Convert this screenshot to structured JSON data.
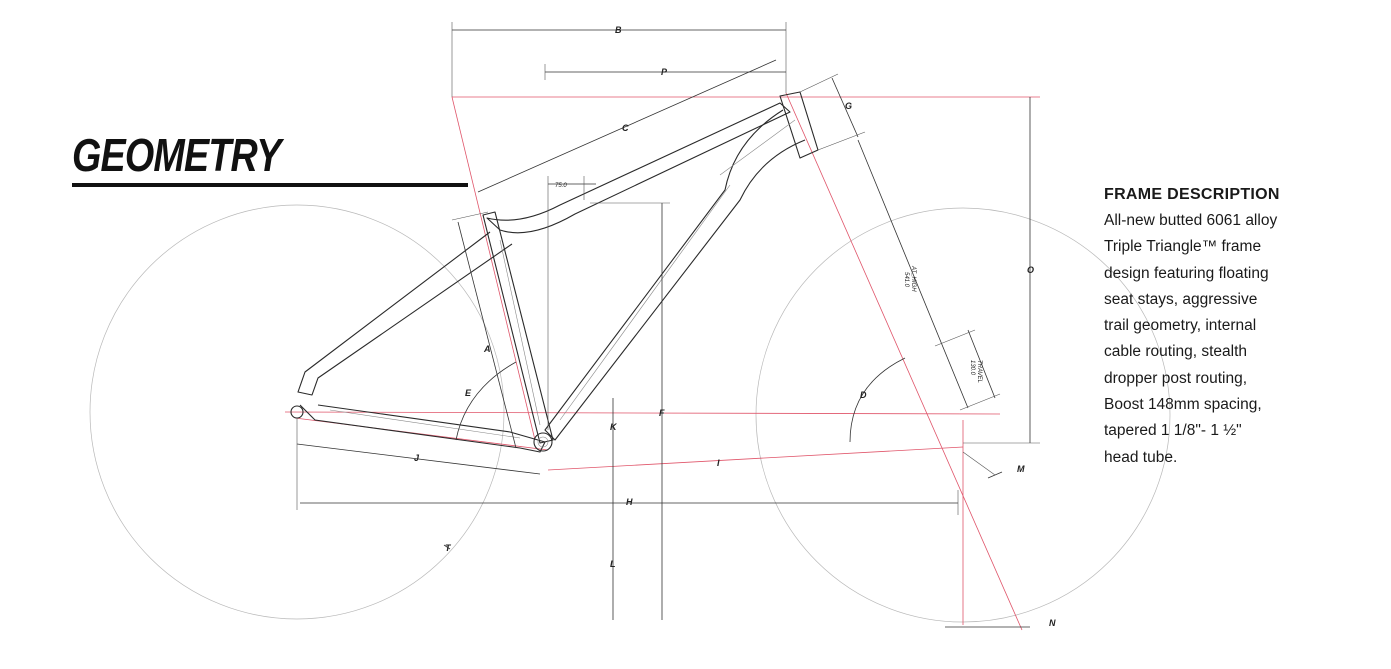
{
  "header": {
    "title": "GEOMETRY"
  },
  "frame_description": {
    "heading": "FRAME DESCRIPTION",
    "lines": [
      "All-new butted 6061 alloy",
      "Triple Triangle™ frame",
      "design featuring floating",
      "seat stays, aggressive",
      "trail geometry, internal",
      "cable routing, stealth",
      "dropper post routing,",
      "Boost 148mm spacing,",
      "tapered 1 1/8\"- 1 ½\"",
      "head tube."
    ]
  },
  "dimension_labels": {
    "A": "A",
    "B": "B",
    "C": "C",
    "D": "D",
    "E": "E",
    "F": "F",
    "G": "G",
    "H": "H",
    "I": "I",
    "J": "J",
    "K": "K",
    "L": "L",
    "M": "M",
    "N": "N",
    "O": "O",
    "P": "P",
    "T": "T"
  },
  "annotations": {
    "offset": "75.0",
    "fork_length_value": "541.0",
    "fork_length_label": "AT_HIGH",
    "travel_value": "130.0",
    "travel_label": "TRAVEL"
  },
  "colors": {
    "frame": "#2a2a2a",
    "reference_lines": "#e0556a",
    "wheels": "#b8b8b8",
    "text": "#1a1a1a"
  }
}
